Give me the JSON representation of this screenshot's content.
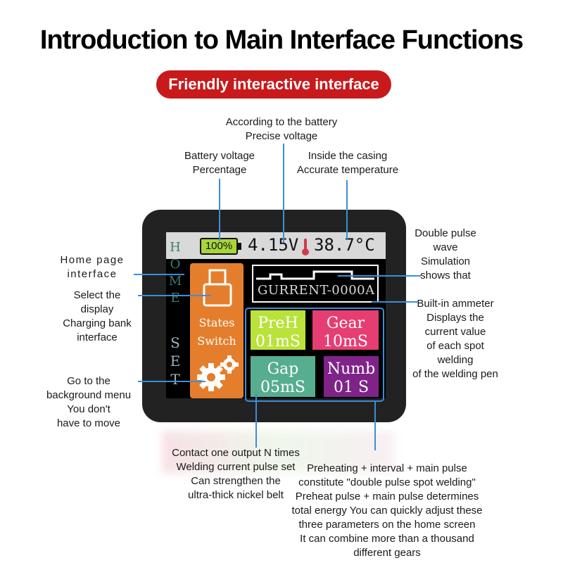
{
  "header": {
    "title": "Introduction to Main Interface Functions",
    "subtitle": "Friendly interactive interface"
  },
  "callouts": {
    "battery_precise": [
      "According to the battery",
      "Precise voltage"
    ],
    "battery_percentage": [
      "Battery voltage",
      "Percentage"
    ],
    "casing_temp": [
      "Inside the casing",
      "Accurate temperature"
    ],
    "double_pulse": [
      "Double pulse",
      "wave",
      "Simulation",
      "shows that"
    ],
    "home_page": [
      "Home page",
      "interface"
    ],
    "select_display": [
      "Select the",
      "display",
      "Charging bank",
      "interface"
    ],
    "ammeter": [
      "Built-in ammeter",
      "Displays the",
      "current value",
      "of each spot",
      "welding",
      "of the welding pen"
    ],
    "background_menu": [
      "Go to the",
      "background menu",
      "You don't",
      "have to move"
    ],
    "contact_output": [
      "Contact one output N times",
      "Welding current pulse set",
      "Can strengthen the",
      "ultra-thick nickel belt"
    ],
    "preheating": [
      "Preheating + interval + main pulse",
      "constitute \"double pulse spot welding\"",
      "Preheat pulse + main pulse determines",
      "total energy You can quickly adjust these",
      "three parameters on the home screen",
      "It can combine more than a thousand",
      "different gears"
    ]
  },
  "screen": {
    "battery_percent": "100%",
    "voltage": "4.15V",
    "temperature": "38.7°C",
    "sidebar_home": [
      "H",
      "O",
      "M",
      "E"
    ],
    "sidebar_set": [
      "S",
      "E",
      "T"
    ],
    "states_switch": [
      "States",
      "Switch"
    ],
    "current_readout": "GURRENT-0000A",
    "tiles": {
      "preh": [
        "PreH",
        "01mS"
      ],
      "gear": [
        "Gear",
        "10mS"
      ],
      "gap": [
        "Gap",
        "05mS"
      ],
      "numb": [
        "Numb",
        "01 S"
      ]
    }
  },
  "icons": {
    "battery": "battery-icon",
    "thermometer": "thermometer-icon",
    "usb": "usb-icon",
    "gears": "gears-icon"
  },
  "colors": {
    "accent_red": "#c8191b",
    "orange_panel": "#e57e2c",
    "preh_tile": "#b9e23a",
    "gear_tile": "#e63e72",
    "gap_tile": "#56ad8f",
    "numb_tile": "#7f2389",
    "callout_line": "#3a8fd8"
  }
}
